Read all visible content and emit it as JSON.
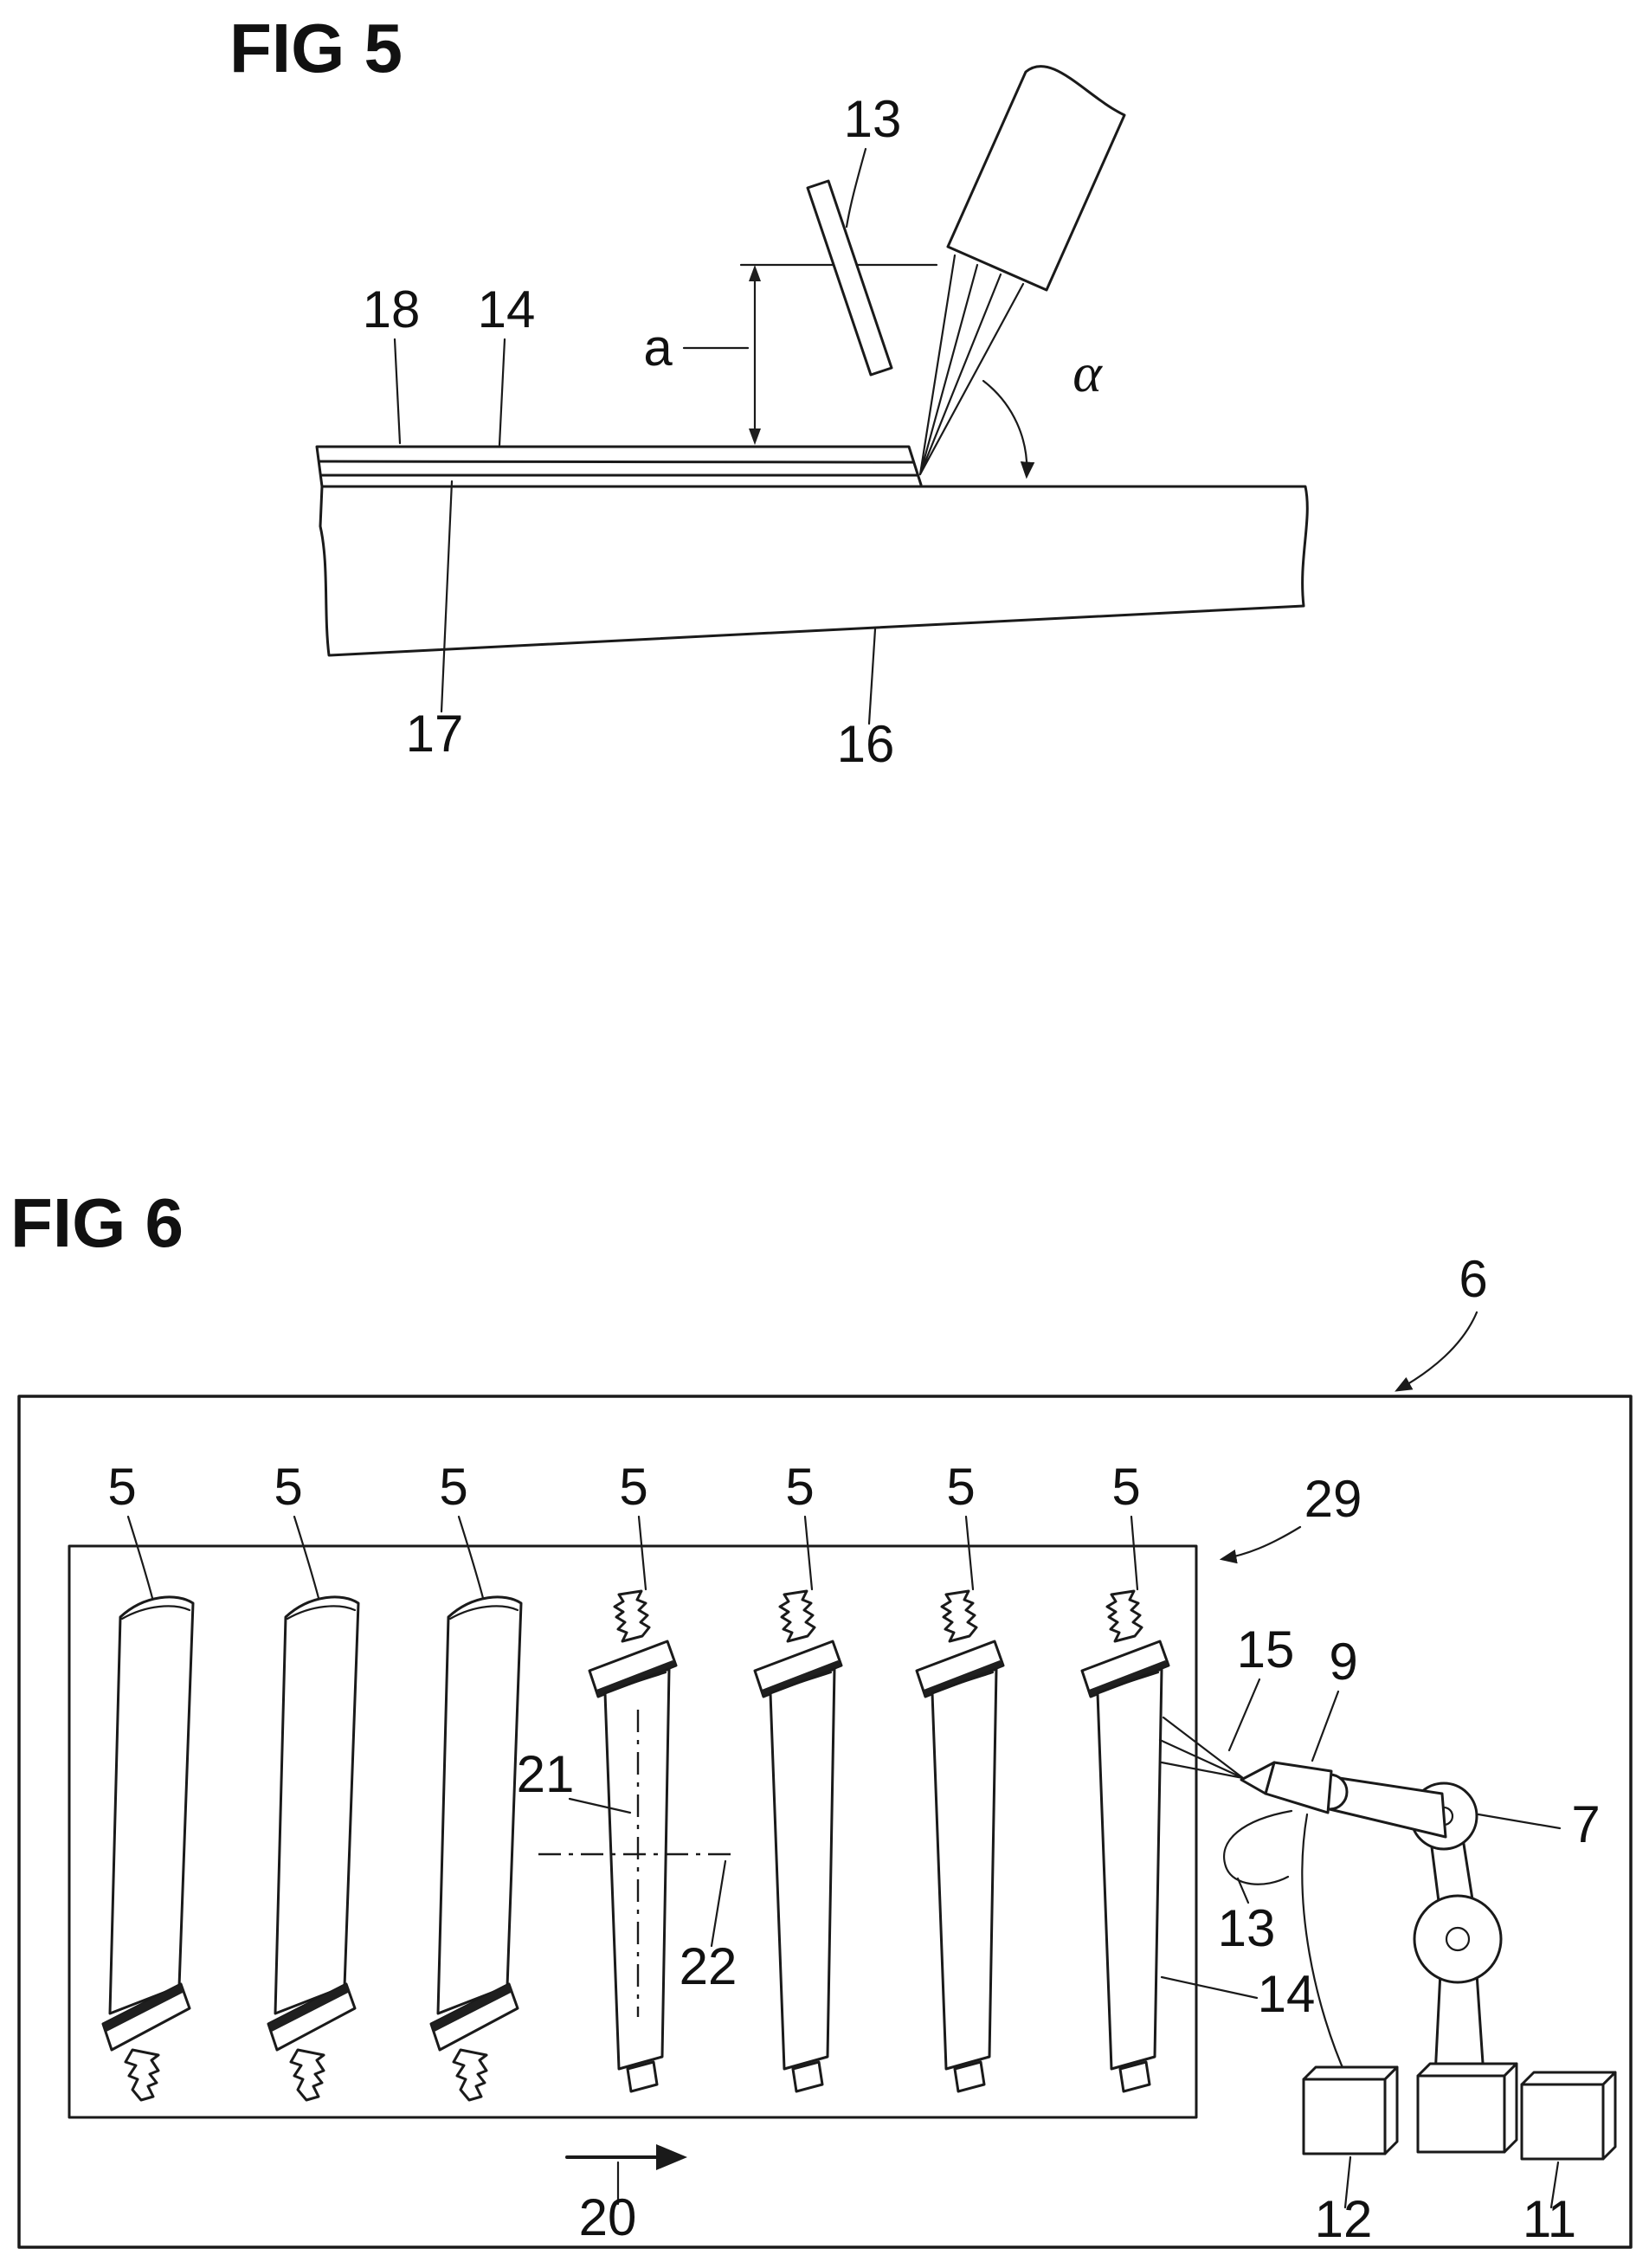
{
  "style": {
    "ink": "#1a1a1a",
    "paper": "#ffffff"
  },
  "fig5": {
    "title": "FIG 5",
    "labels": {
      "rod": "13",
      "top_layer": "18",
      "layer": "14",
      "distance": "a",
      "angle": "α",
      "underlayer": "17",
      "substrate": "16"
    }
  },
  "fig6": {
    "title": "FIG 6",
    "labels": {
      "installation": "6",
      "enclosure": "29",
      "blade": "5",
      "axis_vertical": "21",
      "axis_horizontal": "22",
      "feed_direction": "20",
      "jet": "15",
      "spray_gun": "9",
      "hose": "13",
      "robot": "7",
      "coated_blade": "14",
      "unit_left": "12",
      "unit_right": "11"
    }
  }
}
